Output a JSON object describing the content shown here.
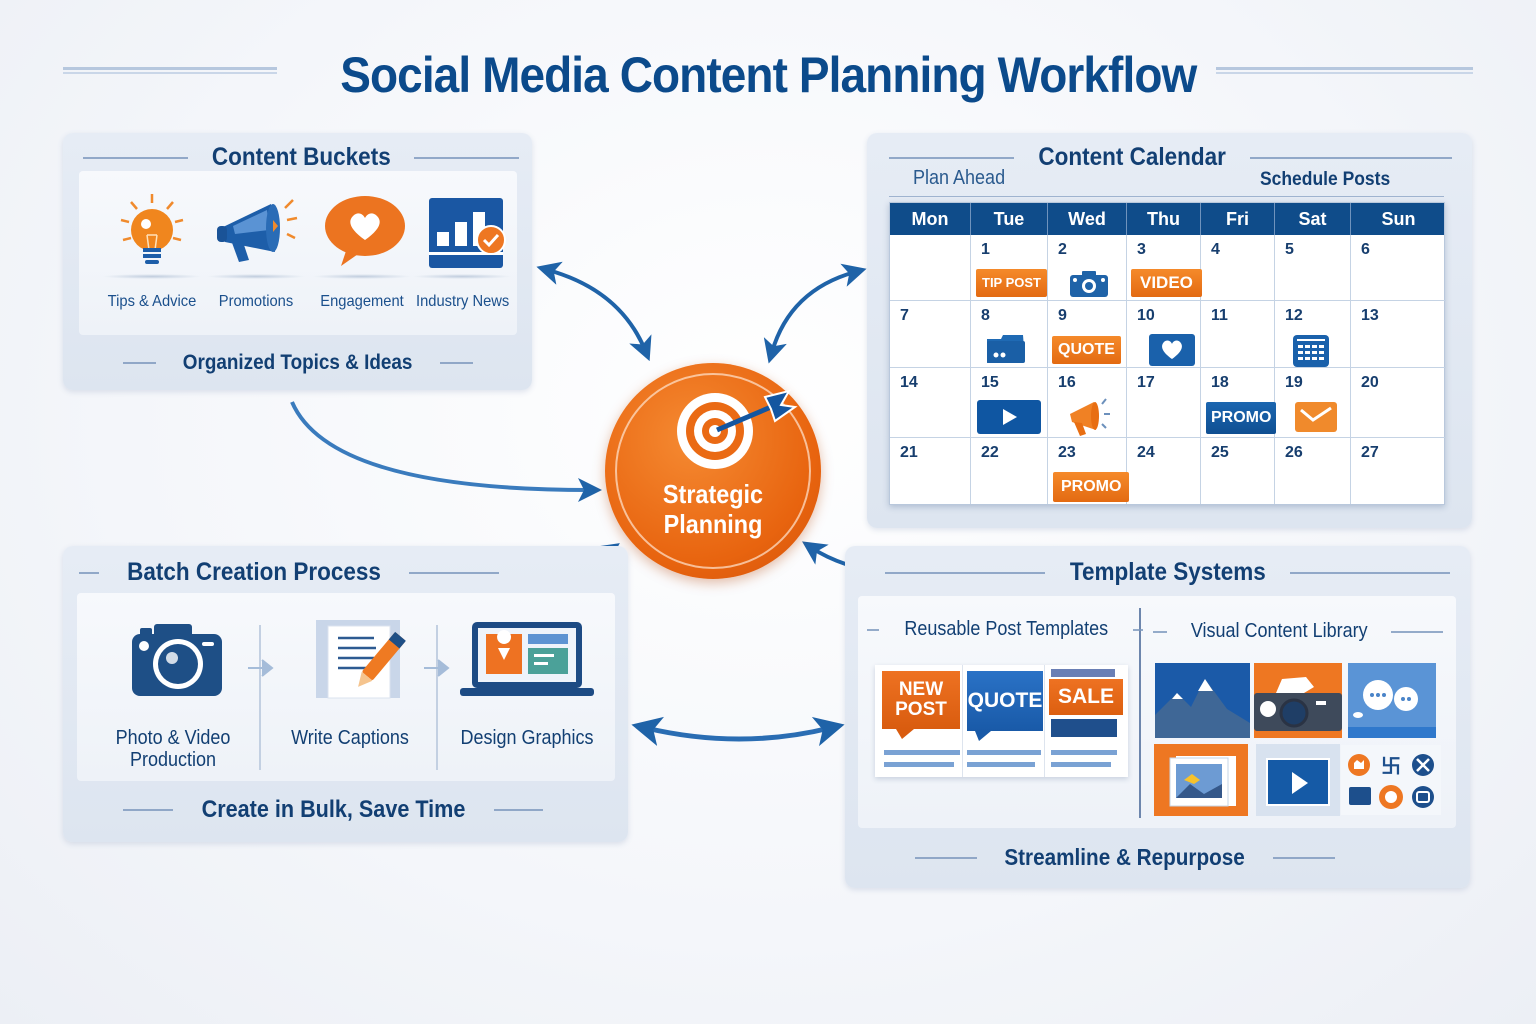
{
  "title": "Social Media Content Planning Workflow",
  "colors": {
    "primary_blue": "#0b4a8b",
    "dark_navy": "#123f73",
    "accent_orange": "#e8640f",
    "panel_bg": "#e3e9f3",
    "arrow_blue": "#1f63a8"
  },
  "hub": {
    "label_line1": "Strategic",
    "label_line2": "Planning",
    "icon": "target-with-arrow-icon"
  },
  "content_buckets": {
    "title": "Content Buckets",
    "footer": "Organized Topics & Ideas",
    "items": [
      {
        "label": "Tips & Advice",
        "icon": "lightbulb-icon"
      },
      {
        "label": "Promotions",
        "icon": "megaphone-icon"
      },
      {
        "label": "Engagement",
        "icon": "heart-chat-bubble-icon"
      },
      {
        "label": "Industry News",
        "icon": "bar-chart-check-icon"
      }
    ]
  },
  "content_calendar": {
    "title": "Content Calendar",
    "left_caption": "Plan Ahead",
    "right_caption": "Schedule Posts",
    "days": [
      "Mon",
      "Tue",
      "Wed",
      "Thu",
      "Fri",
      "Sat",
      "Sun"
    ],
    "weeks": [
      [
        {
          "num": ""
        },
        {
          "num": "1",
          "tag": "TIP POST",
          "tag_color": "orange"
        },
        {
          "num": "2",
          "icon": "camera-icon"
        },
        {
          "num": "3",
          "tag": "VIDEO",
          "tag_color": "orange"
        },
        {
          "num": "4"
        },
        {
          "num": "5"
        },
        {
          "num": "6"
        }
      ],
      [
        {
          "num": "7"
        },
        {
          "num": "8",
          "icon": "folder-icon"
        },
        {
          "num": "9",
          "tag": "QUOTE",
          "tag_color": "orange"
        },
        {
          "num": "10",
          "icon": "heart-icon"
        },
        {
          "num": "11"
        },
        {
          "num": "12",
          "icon": "calendar-icon"
        },
        {
          "num": "13"
        }
      ],
      [
        {
          "num": "14"
        },
        {
          "num": "15",
          "icon": "play-video-icon"
        },
        {
          "num": "16",
          "icon": "megaphone-icon"
        },
        {
          "num": "17"
        },
        {
          "num": "18",
          "tag": "PROMO",
          "tag_color": "blue"
        },
        {
          "num": "19",
          "icon": "envelope-icon"
        },
        {
          "num": "20"
        }
      ],
      [
        {
          "num": "21"
        },
        {
          "num": "22"
        },
        {
          "num": "23",
          "tag": "PROMO",
          "tag_color": "orange"
        },
        {
          "num": "24"
        },
        {
          "num": "25"
        },
        {
          "num": "26"
        },
        {
          "num": "27"
        }
      ]
    ]
  },
  "batch_creation": {
    "title": "Batch Creation Process",
    "footer": "Create in Bulk, Save Time",
    "steps": [
      {
        "label_line1": "Photo & Video",
        "label_line2": "Production",
        "icon": "camera-icon"
      },
      {
        "label_line1": "Write Captions",
        "label_line2": "",
        "icon": "document-pencil-icon"
      },
      {
        "label_line1": "Design Graphics",
        "label_line2": "",
        "icon": "laptop-design-icon"
      }
    ]
  },
  "template_systems": {
    "title": "Template Systems",
    "footer": "Streamline & Repurpose",
    "reusable": {
      "title": "Reusable Post Templates",
      "templates": [
        {
          "line1": "NEW",
          "line2": "POST"
        },
        {
          "line1": "QUOTE",
          "line2": ""
        },
        {
          "line1": "SALE",
          "line2": ""
        }
      ]
    },
    "library": {
      "title": "Visual Content Library",
      "tiles": [
        "mountain-image-icon",
        "camera-icon",
        "chat-bubbles-icon",
        "photo-gallery-icon",
        "play-video-icon",
        "social-icons-grid"
      ]
    }
  }
}
